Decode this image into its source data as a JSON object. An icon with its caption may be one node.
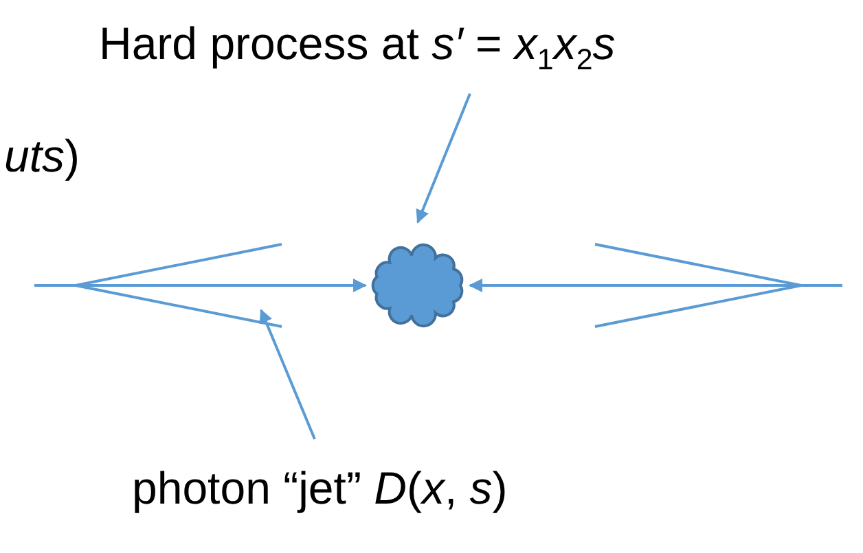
{
  "diagram": {
    "nodes": [
      {
        "text": [
          "Hard process at *s′* = *x*$_{1}$*x*$_{2}$*s*"
        ]
      },
      {
        "text": [],
        "shape": "cloud"
      },
      {
        "text": [
          "photon “jet” *D*(*x*, *s*)"
        ]
      }
    ],
    "edges": [
      {
        "from": 0,
        "to": 1,
        "arrow": "to"
      },
      {
        "from": null,
        "to": 1,
        "arrow": "to"
      },
      {
        "from": null,
        "to": 1,
        "arrow": "to"
      },
      {
        "from": 2,
        "to": null,
        "arrow": "to"
      }
    ],
    "labels": [
      "*uts*)"
    ]
  }
}
